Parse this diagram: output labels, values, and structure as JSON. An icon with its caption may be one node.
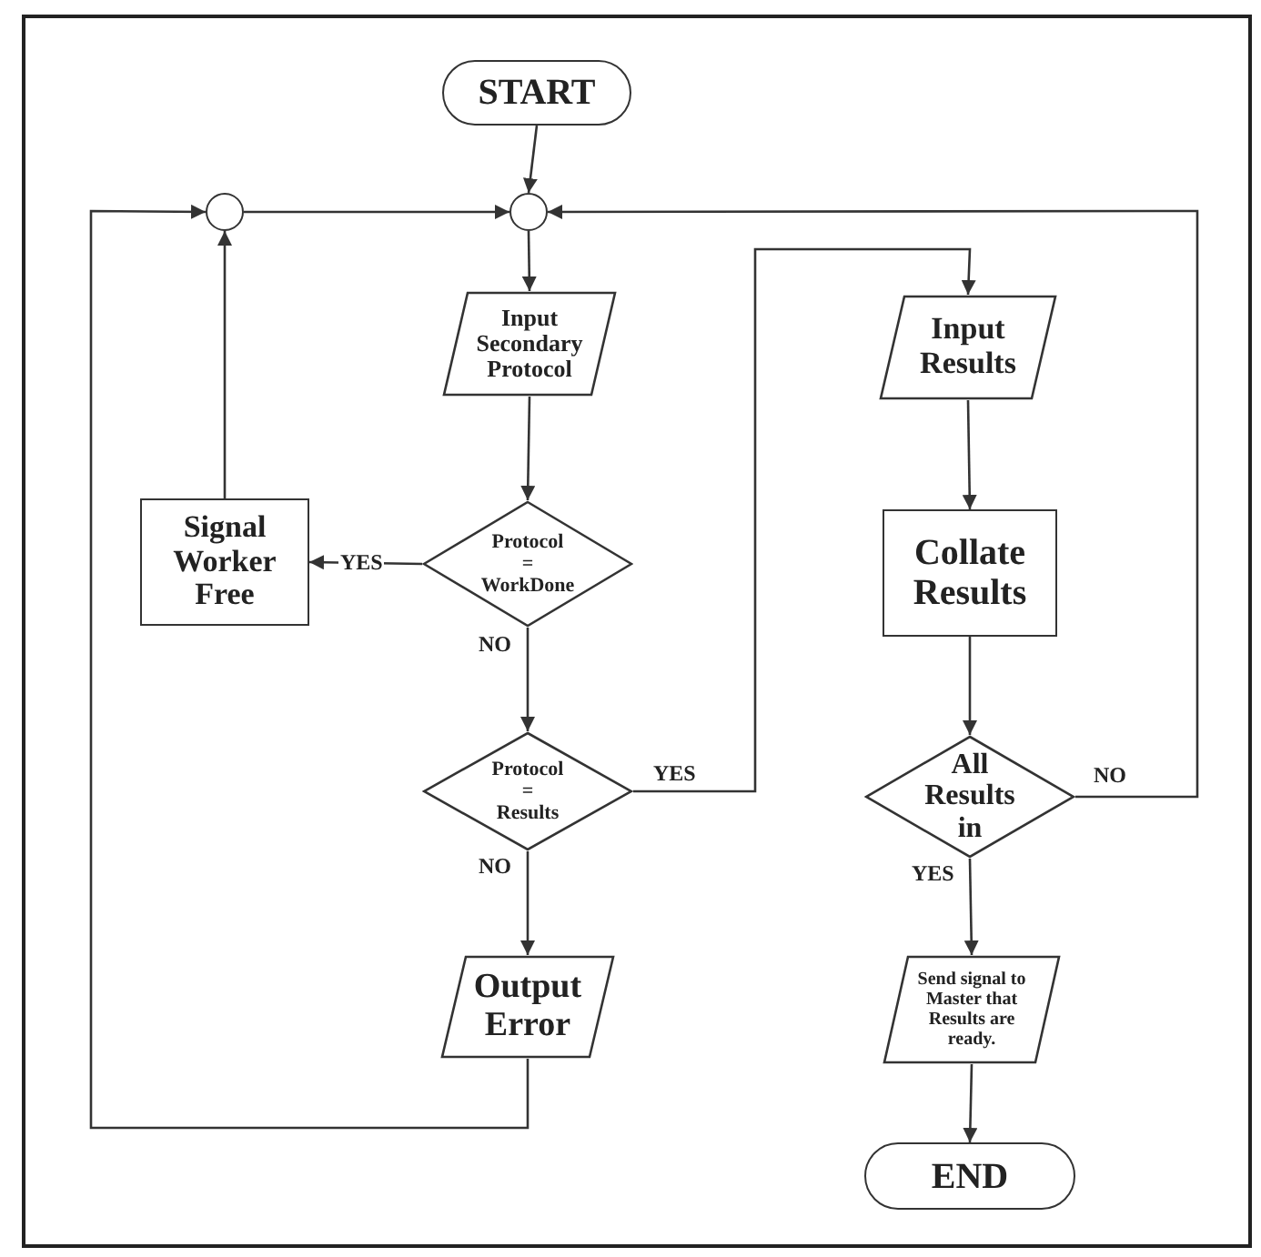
{
  "diagram": {
    "nodes": [
      {
        "text": [
          "START"
        ]
      },
      {
        "text": [],
        "shape": "circle"
      },
      {
        "text": [],
        "shape": "circle"
      },
      {
        "text": [
          "Input Secondary Protocol"
        ]
      },
      {
        "text": [
          "Signal Worker Free"
        ]
      },
      {
        "text": [
          "Protocol = WorkDone"
        ]
      },
      {
        "text": [
          "Protocol = Results"
        ]
      },
      {
        "text": [
          "Output Error"
        ]
      },
      {
        "text": [
          "Input Results"
        ]
      },
      {
        "text": [
          "Collate Results"
        ]
      },
      {
        "text": [
          "All Results in"
        ]
      },
      {
        "text": [
          "Send signal to Master that Results are ready."
        ]
      },
      {
        "text": [
          "END"
        ]
      }
    ],
    "edges": [
      {
        "from": 0,
        "to": 2,
        "arrow": "to"
      },
      {
        "from": 2,
        "to": 3,
        "arrow": "to"
      },
      {
        "from": 3,
        "to": 5,
        "arrow": "to"
      },
      {
        "from": 5,
        "to": 4,
        "arrow": "to",
        "label": "YES"
      },
      {
        "from": 4,
        "to": 1,
        "arrow": "to"
      },
      {
        "from": 1,
        "to": 2,
        "arrow": "to"
      },
      {
        "from": 5,
        "to": 6,
        "arrow": "to",
        "label": "NO"
      },
      {
        "from": 6,
        "to": 8,
        "arrow": "to",
        "label": "YES"
      },
      {
        "from": 6,
        "to": 7,
        "arrow": "to",
        "label": "NO"
      },
      {
        "from": 7,
        "to": 1,
        "arrow": "to"
      },
      {
        "from": 8,
        "to": 9,
        "arrow": "to"
      },
      {
        "from": 9,
        "to": 10,
        "arrow": "to"
      },
      {
        "from": 10,
        "to": 2,
        "arrow": "to",
        "label": "NO"
      },
      {
        "from": 10,
        "to": 11,
        "arrow": "to",
        "label": "YES"
      },
      {
        "from": 11,
        "to": 12,
        "arrow": "to"
      }
    ]
  }
}
